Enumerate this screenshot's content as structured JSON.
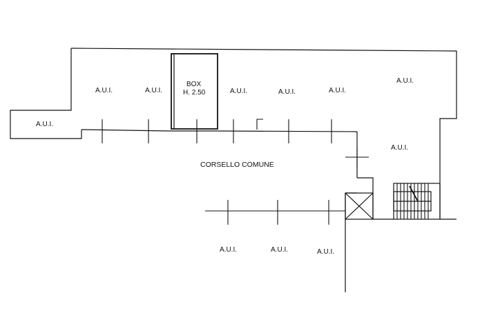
{
  "plan": {
    "unit_label": "A.U.I.",
    "box_label": "BOX",
    "box_height": "H. 2.50",
    "corridor_label": "CORSELLO COMUNE"
  }
}
